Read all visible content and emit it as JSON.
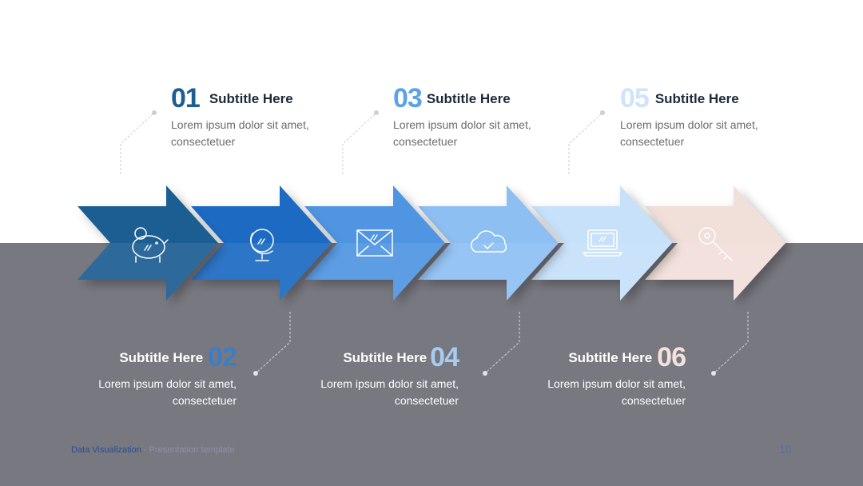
{
  "steps": [
    {
      "number": "01",
      "subtitle": "Subtitle Here",
      "line1": "Lorem ipsum dolor sit amet,",
      "line2": "consectetuer",
      "icon": "piggy-bank-icon",
      "color": "#1c5d92",
      "num_color": "#1c5d92"
    },
    {
      "number": "02",
      "subtitle": "Subtitle Here",
      "line1": "Lorem ipsum dolor sit amet,",
      "line2": "consectetuer",
      "icon": "globe-icon",
      "color": "#1a6bc2",
      "num_color": "#3a7ec8"
    },
    {
      "number": "03",
      "subtitle": "Subtitle Here",
      "line1": "Lorem ipsum dolor sit amet,",
      "line2": "consectetuer",
      "icon": "envelope-icon",
      "color": "#4f95e2",
      "num_color": "#5ca2e8"
    },
    {
      "number": "04",
      "subtitle": "Subtitle Here",
      "line1": "Lorem ipsum dolor sit amet,",
      "line2": "consectetuer",
      "icon": "cloud-icon",
      "color": "#8ebff3",
      "num_color": "#a7ccf2"
    },
    {
      "number": "05",
      "subtitle": "Subtitle Here",
      "line1": "Lorem ipsum dolor sit amet,",
      "line2": "consectetuer",
      "icon": "laptop-icon",
      "color": "#c7e1fa",
      "num_color": "#cfe4fa"
    },
    {
      "number": "06",
      "subtitle": "Subtitle Here",
      "line1": "Lorem ipsum dolor sit amet,",
      "line2": "consectetuer",
      "icon": "key-icon",
      "color": "#f1dfda",
      "num_color": "#f4e2dd"
    }
  ],
  "footer": {
    "title": "Data Visualization",
    "subtitle": " - Presentation template"
  },
  "page_number": "10"
}
